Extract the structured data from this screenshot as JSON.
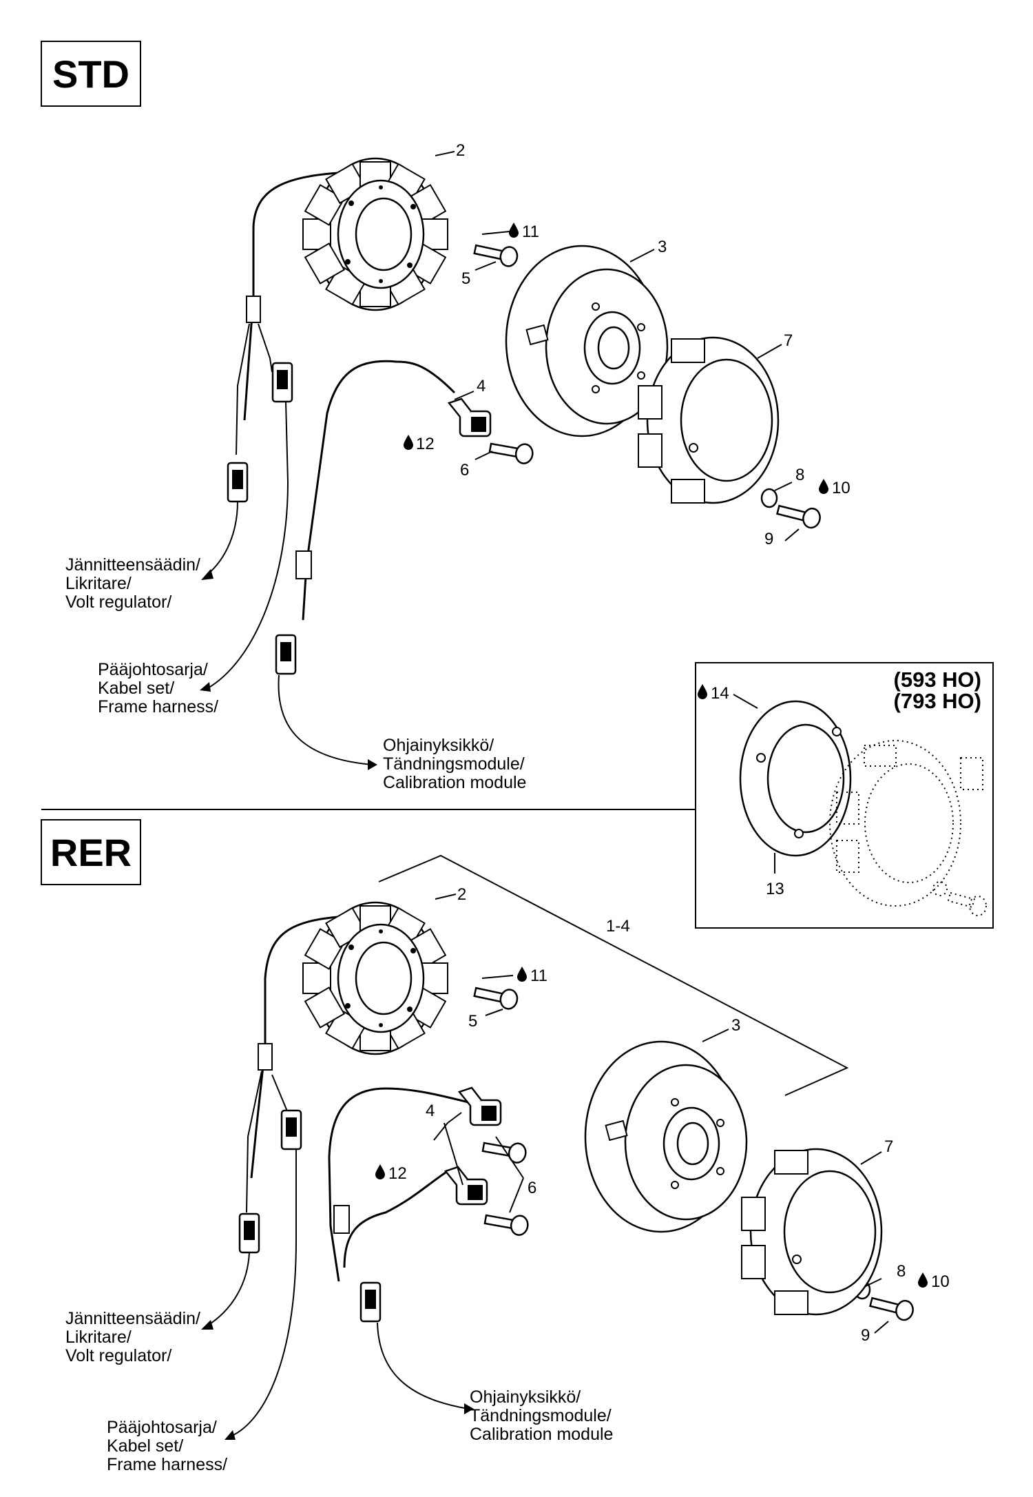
{
  "sections": {
    "std": "STD",
    "rer": "RER"
  },
  "inset": {
    "line1": "(593 HO)",
    "line2": "(793 HO)",
    "item_14": "14",
    "item_13": "13"
  },
  "std": {
    "n2": "2",
    "n11": "11",
    "n5": "5",
    "n3": "3",
    "n7": "7",
    "n4": "4",
    "n12": "12",
    "n6": "6",
    "n8": "8",
    "n10": "10",
    "n9": "9"
  },
  "rer": {
    "n2": "2",
    "n14": "1-4",
    "n11": "11",
    "n5": "5",
    "n3": "3",
    "n4": "4",
    "n12": "12",
    "n6": "6",
    "n7": "7",
    "n8": "8",
    "n10": "10",
    "n9": "9"
  },
  "destinations": {
    "volt": [
      "Jännitteensäädin/",
      "Likritare/",
      "Volt regulator/"
    ],
    "frame": [
      "Pääjohtosarja/",
      "Kabel set/",
      "Frame harness/"
    ],
    "calib": [
      "Ohjainyksikkö/",
      "Tändningsmodule/",
      "Calibration module"
    ]
  },
  "icons": [
    "oil-drop-icon"
  ]
}
